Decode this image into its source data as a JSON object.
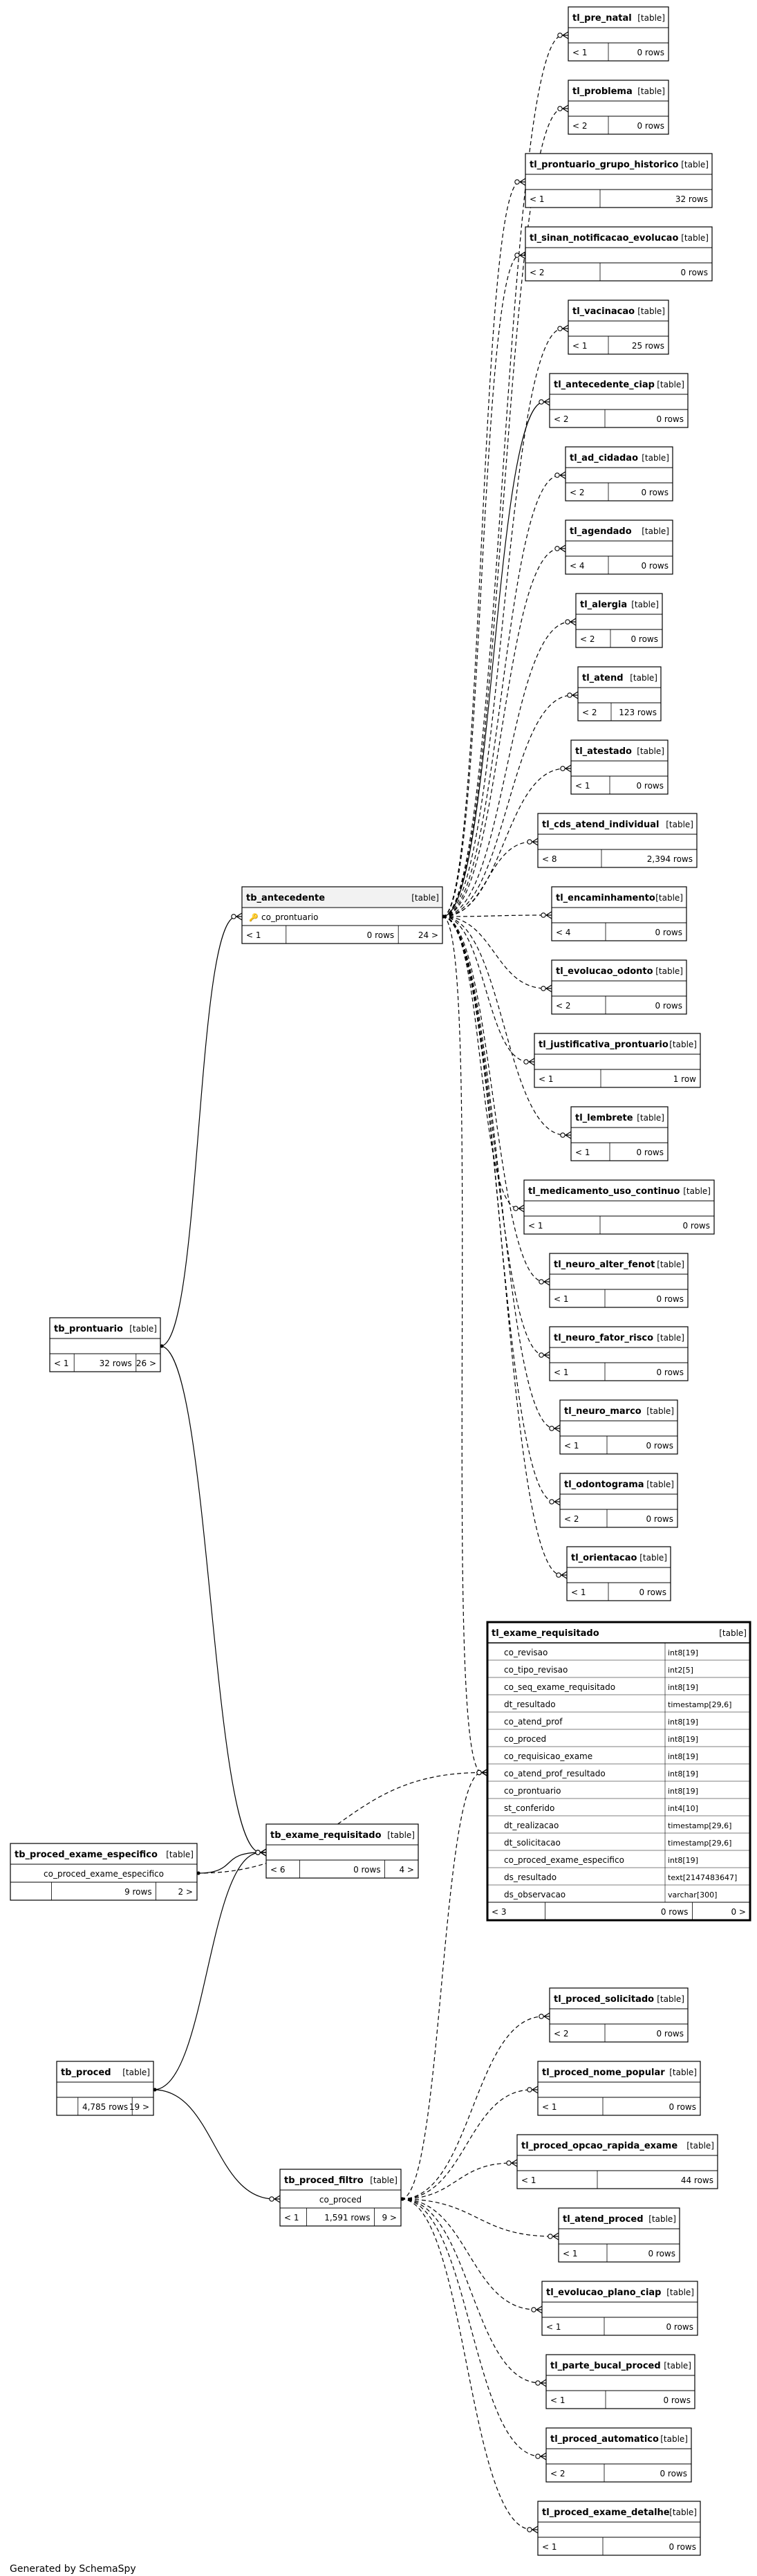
{
  "footer": "Generated by SchemaSpy",
  "tables": [
    {
      "id": "tl_pre_natal",
      "name": "tl_pre_natal",
      "type": "[table]",
      "children": "< 1",
      "rows": "0 rows",
      "parents": ""
    },
    {
      "id": "tl_problema",
      "name": "tl_problema",
      "type": "[table]",
      "children": "< 2",
      "rows": "0 rows",
      "parents": ""
    },
    {
      "id": "tl_prontuario_grupo_historico",
      "name": "tl_prontuario_grupo_historico",
      "type": "[table]",
      "children": "< 1",
      "rows": "32 rows",
      "parents": ""
    },
    {
      "id": "tl_sinan_notificacao_evolucao",
      "name": "tl_sinan_notificacao_evolucao",
      "type": "[table]",
      "children": "< 2",
      "rows": "0 rows",
      "parents": ""
    },
    {
      "id": "tl_vacinacao",
      "name": "tl_vacinacao",
      "type": "[table]",
      "children": "< 1",
      "rows": "25 rows",
      "parents": ""
    },
    {
      "id": "tl_antecedente_ciap",
      "name": "tl_antecedente_ciap",
      "type": "[table]",
      "children": "< 2",
      "rows": "0 rows",
      "parents": ""
    },
    {
      "id": "tl_ad_cidadao",
      "name": "tl_ad_cidadao",
      "type": "[table]",
      "children": "< 2",
      "rows": "0 rows",
      "parents": ""
    },
    {
      "id": "tl_agendado",
      "name": "tl_agendado",
      "type": "[table]",
      "children": "< 4",
      "rows": "0 rows",
      "parents": ""
    },
    {
      "id": "tl_alergia",
      "name": "tl_alergia",
      "type": "[table]",
      "children": "< 2",
      "rows": "0 rows",
      "parents": ""
    },
    {
      "id": "tl_atend",
      "name": "tl_atend",
      "type": "[table]",
      "children": "< 2",
      "rows": "123 rows",
      "parents": ""
    },
    {
      "id": "tl_atestado",
      "name": "tl_atestado",
      "type": "[table]",
      "children": "< 1",
      "rows": "0 rows",
      "parents": ""
    },
    {
      "id": "tl_cds_atend_individual",
      "name": "tl_cds_atend_individual",
      "type": "[table]",
      "children": "< 8",
      "rows": "2,394 rows",
      "parents": ""
    },
    {
      "id": "tl_encaminhamento",
      "name": "tl_encaminhamento",
      "type": "[table]",
      "children": "< 4",
      "rows": "0 rows",
      "parents": ""
    },
    {
      "id": "tl_evolucao_odonto",
      "name": "tl_evolucao_odonto",
      "type": "[table]",
      "children": "< 2",
      "rows": "0 rows",
      "parents": ""
    },
    {
      "id": "tl_justificativa_prontuario",
      "name": "tl_justificativa_prontuario",
      "type": "[table]",
      "children": "< 1",
      "rows": "1 row",
      "parents": ""
    },
    {
      "id": "tl_lembrete",
      "name": "tl_lembrete",
      "type": "[table]",
      "children": "< 1",
      "rows": "0 rows",
      "parents": ""
    },
    {
      "id": "tl_medicamento_uso_continuo",
      "name": "tl_medicamento_uso_continuo",
      "type": "[table]",
      "children": "< 1",
      "rows": "0 rows",
      "parents": ""
    },
    {
      "id": "tl_neuro_alter_fenot",
      "name": "tl_neuro_alter_fenot",
      "type": "[table]",
      "children": "< 1",
      "rows": "0 rows",
      "parents": ""
    },
    {
      "id": "tl_neuro_fator_risco",
      "name": "tl_neuro_fator_risco",
      "type": "[table]",
      "children": "< 1",
      "rows": "0 rows",
      "parents": ""
    },
    {
      "id": "tl_neuro_marco",
      "name": "tl_neuro_marco",
      "type": "[table]",
      "children": "< 1",
      "rows": "0 rows",
      "parents": ""
    },
    {
      "id": "tl_odontograma",
      "name": "tl_odontograma",
      "type": "[table]",
      "children": "< 2",
      "rows": "0 rows",
      "parents": ""
    },
    {
      "id": "tl_orientacao",
      "name": "tl_orientacao",
      "type": "[table]",
      "children": "< 1",
      "rows": "0 rows",
      "parents": ""
    },
    {
      "id": "tb_antecedente",
      "name": "tb_antecedente",
      "type": "[table]",
      "columns": [
        {
          "name": "co_prontuario",
          "key": true
        }
      ],
      "children": "< 1",
      "rows": "0 rows",
      "parents": "24 >"
    },
    {
      "id": "tb_prontuario",
      "name": "tb_prontuario",
      "type": "[table]",
      "children": "< 1",
      "rows": "32 rows",
      "parents": "26 >"
    },
    {
      "id": "tb_proced_exame_especifico",
      "name": "tb_proced_exame_especifico",
      "type": "[table]",
      "columns": [
        {
          "name": "co_proced_exame_especifico"
        }
      ],
      "children": "",
      "rows": "9 rows",
      "parents": "2 >"
    },
    {
      "id": "tb_exame_requisitado",
      "name": "tb_exame_requisitado",
      "type": "[table]",
      "children": "< 6",
      "rows": "0 rows",
      "parents": "4 >"
    },
    {
      "id": "tl_exame_requisitado",
      "name": "tl_exame_requisitado",
      "type": "[table]",
      "focus": true,
      "columns": [
        {
          "name": "co_revisao",
          "type": "int8[19]"
        },
        {
          "name": "co_tipo_revisao",
          "type": "int2[5]"
        },
        {
          "name": "co_seq_exame_requisitado",
          "type": "int8[19]"
        },
        {
          "name": "dt_resultado",
          "type": "timestamp[29,6]"
        },
        {
          "name": "co_atend_prof",
          "type": "int8[19]"
        },
        {
          "name": "co_proced",
          "type": "int8[19]"
        },
        {
          "name": "co_requisicao_exame",
          "type": "int8[19]"
        },
        {
          "name": "co_atend_prof_resultado",
          "type": "int8[19]"
        },
        {
          "name": "co_prontuario",
          "type": "int8[19]"
        },
        {
          "name": "st_conferido",
          "type": "int4[10]"
        },
        {
          "name": "dt_realizacao",
          "type": "timestamp[29,6]"
        },
        {
          "name": "dt_solicitacao",
          "type": "timestamp[29,6]"
        },
        {
          "name": "co_proced_exame_especifico",
          "type": "int8[19]"
        },
        {
          "name": "ds_resultado",
          "type": "text[2147483647]"
        },
        {
          "name": "ds_observacao",
          "type": "varchar[300]"
        }
      ],
      "children": "< 3",
      "rows": "0 rows",
      "parents": "0 >"
    },
    {
      "id": "tl_proced_solicitado",
      "name": "tl_proced_solicitado",
      "type": "[table]",
      "children": "< 2",
      "rows": "0 rows",
      "parents": ""
    },
    {
      "id": "tl_proced_nome_popular",
      "name": "tl_proced_nome_popular",
      "type": "[table]",
      "children": "< 1",
      "rows": "0 rows",
      "parents": ""
    },
    {
      "id": "tl_proced_opcao_rapida_exame",
      "name": "tl_proced_opcao_rapida_exame",
      "type": "[table]",
      "children": "< 1",
      "rows": "44 rows",
      "parents": ""
    },
    {
      "id": "tl_atend_proced",
      "name": "tl_atend_proced",
      "type": "[table]",
      "children": "< 1",
      "rows": "0 rows",
      "parents": ""
    },
    {
      "id": "tl_evolucao_plano_ciap",
      "name": "tl_evolucao_plano_ciap",
      "type": "[table]",
      "children": "< 1",
      "rows": "0 rows",
      "parents": ""
    },
    {
      "id": "tl_parte_bucal_proced",
      "name": "tl_parte_bucal_proced",
      "type": "[table]",
      "children": "< 1",
      "rows": "0 rows",
      "parents": ""
    },
    {
      "id": "tl_proced_automatico",
      "name": "tl_proced_automatico",
      "type": "[table]",
      "children": "< 2",
      "rows": "0 rows",
      "parents": ""
    },
    {
      "id": "tl_proced_exame_detalhe",
      "name": "tl_proced_exame_detalhe",
      "type": "[table]",
      "children": "< 1",
      "rows": "0 rows",
      "parents": ""
    },
    {
      "id": "tb_proced",
      "name": "tb_proced",
      "type": "[table]",
      "children": "",
      "rows": "4,785 rows",
      "parents": "19 >"
    },
    {
      "id": "tb_proced_filtro",
      "name": "tb_proced_filtro",
      "type": "[table]",
      "columns": [
        {
          "name": "co_proced"
        }
      ],
      "children": "< 1",
      "rows": "1,591 rows",
      "parents": "9 >"
    }
  ]
}
